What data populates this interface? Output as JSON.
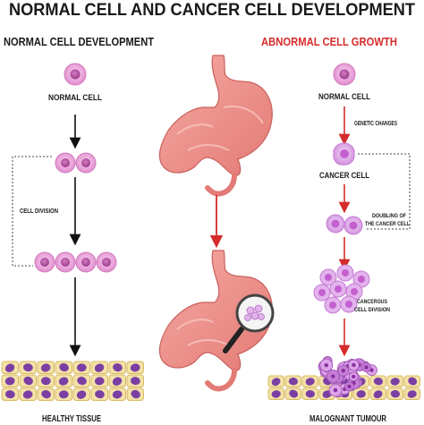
{
  "title": "NORMAL CELL AND CANCER CELL DEVELOPMENT",
  "left": {
    "heading": "NORMAL CELL DEVELOPMENT",
    "normal_cell": "NORMAL CELL",
    "cell_division": "CELL DIVISION",
    "healthy_tissue": "HEALTHY TISSUE"
  },
  "right": {
    "heading": "ABNORMAL CELL GROWTH",
    "normal_cell": "NORMAL CELL",
    "genetic_changes": "GENETIC CHANGES",
    "cancer_cell": "CANCER CELL",
    "doubling_line1": "DOUBLING OF",
    "doubling_line2": "THE CANCER CELL",
    "cancerous_line1": "CANCEROUS",
    "cancerous_line2": "CELL DIVISION",
    "malignant_tumour": "MALOGNANT TUMOUR"
  },
  "colors": {
    "title": "#1a1a1a",
    "abnormal_heading": "#d62b2b",
    "stomach": "#ee8f8a",
    "stomach_dark": "#c9605c",
    "normal_cell": "#e9a2d8",
    "normal_nucleus": "#b34aa0",
    "cancer_cell": "#d9a4e6",
    "cancer_nucleus": "#c45fd0",
    "tissue_cell": "#f3e2a8",
    "tissue_nucleus": "#7b3fa3",
    "red_arrow": "#d62b2b"
  },
  "icons": {
    "magnifier": "magnifying-glass-icon"
  }
}
